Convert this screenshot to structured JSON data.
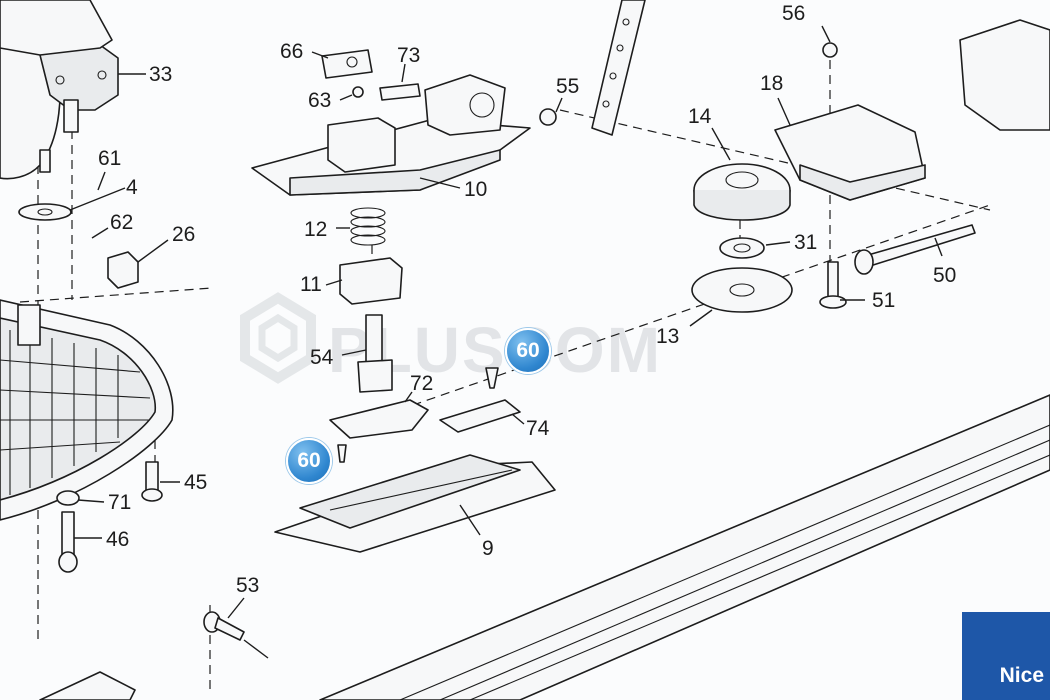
{
  "diagram": {
    "callouts": [
      "33",
      "61",
      "4",
      "62",
      "26",
      "66",
      "73",
      "63",
      "10",
      "55",
      "56",
      "18",
      "14",
      "31",
      "12",
      "11",
      "54",
      "72",
      "74",
      "9",
      "13",
      "50",
      "51",
      "45",
      "71",
      "46",
      "53"
    ],
    "badges": [
      "60",
      "60"
    ],
    "watermark": "PLUSCOM",
    "brand": "Nice",
    "colors": {
      "badge": "#2f86cf",
      "brand_bg": "#1e57a8",
      "line": "#1d1d1d"
    }
  }
}
